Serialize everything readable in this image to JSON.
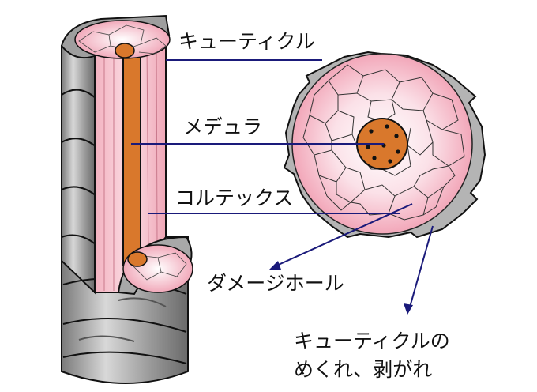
{
  "labels": {
    "cuticle": "キューティクル",
    "medulla": "メデュラ",
    "cortex": "コルテックス",
    "damage_hole": "ダメージホール",
    "cuticle_peel_line1": "キューティクルの",
    "cuticle_peel_line2": "めくれ、剥がれ"
  },
  "colors": {
    "cuticle_gray": "#b4b4b4",
    "cortex_pink": "#f3b9c6",
    "cortex_light": "#fbe4ea",
    "medulla_orange": "#d9782c",
    "leader_line": "#1a1a7a",
    "outline": "#111111"
  }
}
